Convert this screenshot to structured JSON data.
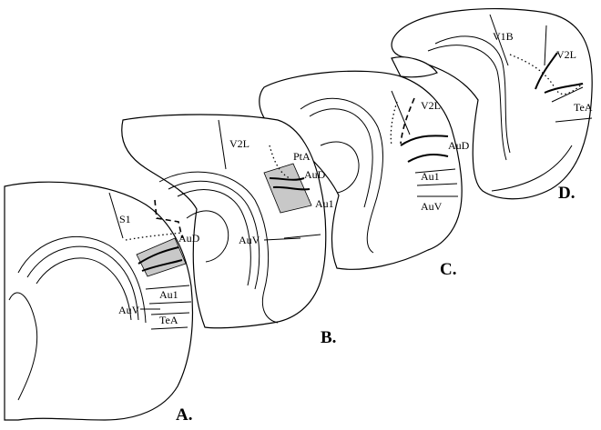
{
  "panels": [
    {
      "letter": "A.",
      "labels": {
        "s1": "S1",
        "aud": "AuD",
        "au1": "Au1",
        "auv": "AuV",
        "tea": "TeA"
      }
    },
    {
      "letter": "B.",
      "labels": {
        "v2l": "V2L",
        "pta": "PtA",
        "aud": "AuD",
        "au1": "Au1",
        "auv": "AuV"
      }
    },
    {
      "letter": "C.",
      "labels": {
        "v2l": "V2L",
        "aud": "AuD",
        "au1": "Au1",
        "auv": "AuV"
      }
    },
    {
      "letter": "D.",
      "labels": {
        "v1b": "V1B",
        "v2l": "V2L",
        "tea": "TeA"
      }
    }
  ],
  "colors": {
    "ink": "#000000",
    "shading": "#c8c8c8",
    "background": "#ffffff"
  }
}
